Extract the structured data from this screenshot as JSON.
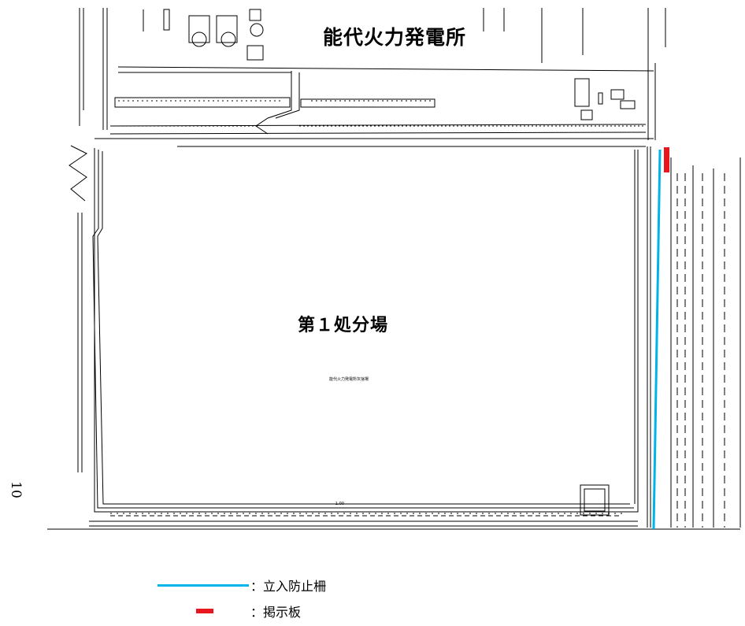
{
  "map": {
    "plant_name": "能代火力発電所",
    "site_name": "第１処分場",
    "inner_sign_text": "能代火力発電所灰捨場",
    "elevation_note": "-1.00",
    "page_number": "10"
  },
  "legend": [
    {
      "symbol": "cyan-line",
      "color": "#00b4ea",
      "label": "：立入防止柵"
    },
    {
      "symbol": "red-bar",
      "color": "#e8161e",
      "label": "：掲示板"
    }
  ],
  "colors": {
    "fence": "#00b4ea",
    "signboard": "#e8161e",
    "linework": "#000000"
  }
}
